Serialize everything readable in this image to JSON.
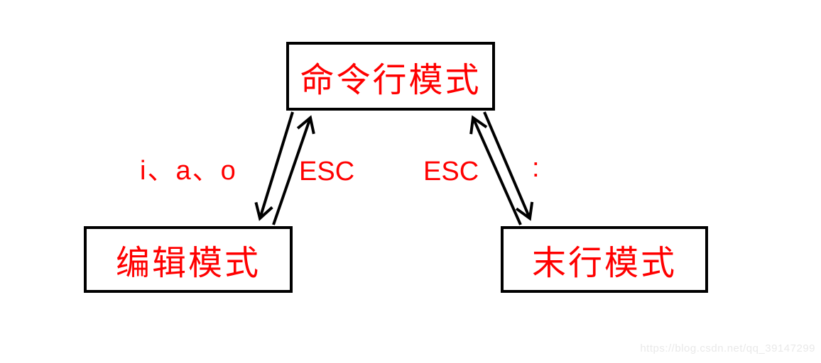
{
  "diagram": {
    "background_color": "#ffffff",
    "line_color": "#000000",
    "text_color": "#ff0000",
    "nodes": {
      "command_mode": {
        "label": "命令行模式"
      },
      "edit_mode": {
        "label": "编辑模式"
      },
      "lastline_mode": {
        "label": "末行模式"
      }
    },
    "edges": {
      "command_to_edit_label": "i、a、o",
      "edit_to_command_label": "ESC",
      "lastline_to_command_label": "ESC",
      "command_to_lastline_label": ":"
    },
    "watermark": "https://blog.csdn.net/qq_39147299"
  }
}
